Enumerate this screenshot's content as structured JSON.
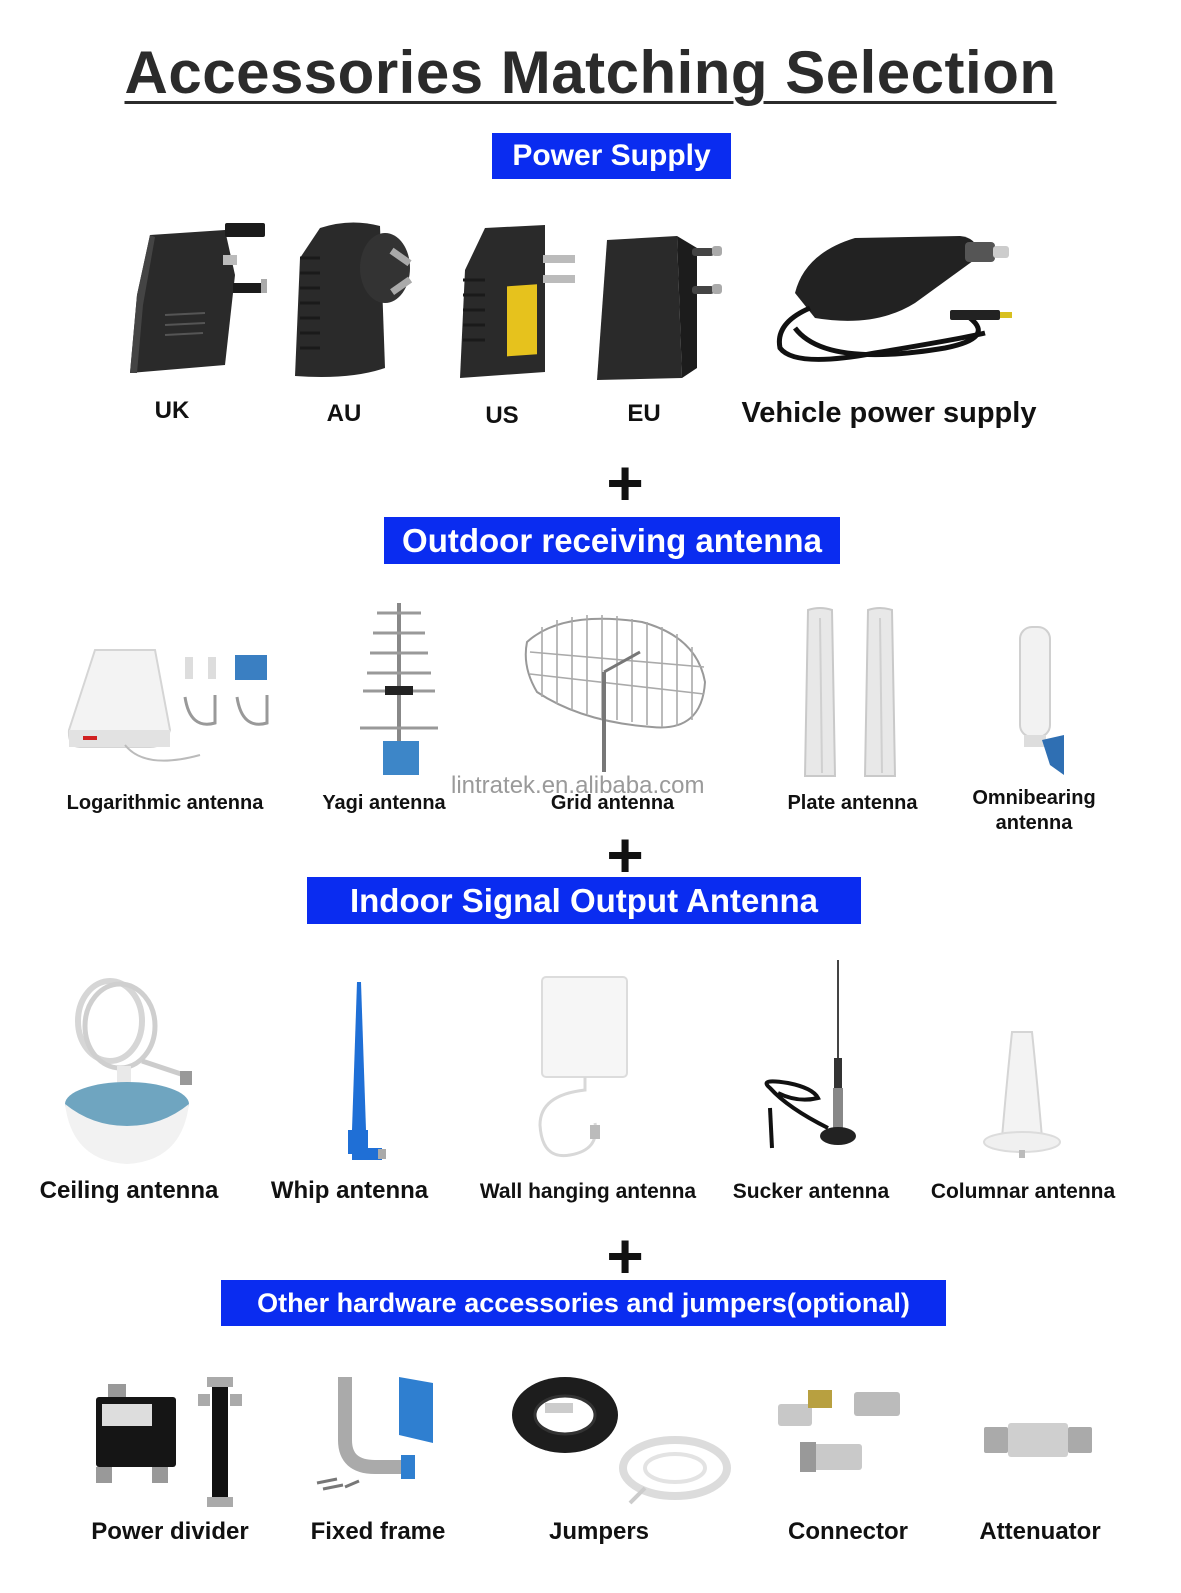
{
  "title": "Accessories Matching Selection",
  "colors": {
    "banner": "#0a2cf0",
    "banner_text": "#ffffff"
  },
  "watermark": "lintratek.en.alibaba.com",
  "sections": {
    "power": {
      "heading": "Power Supply",
      "items": [
        {
          "label": "UK",
          "icon": "uk-plug-adapter-icon"
        },
        {
          "label": "AU",
          "icon": "au-plug-adapter-icon"
        },
        {
          "label": "US",
          "icon": "us-plug-adapter-icon"
        },
        {
          "label": "EU",
          "icon": "eu-plug-adapter-icon"
        },
        {
          "label": "Vehicle power supply",
          "icon": "car-charger-icon"
        }
      ]
    },
    "outdoor": {
      "heading": "Outdoor receiving antenna",
      "items": [
        {
          "label": "Logarithmic antenna",
          "icon": "log-periodic-antenna-icon"
        },
        {
          "label": "Yagi antenna",
          "icon": "yagi-antenna-icon"
        },
        {
          "label": "Grid antenna",
          "icon": "grid-antenna-icon"
        },
        {
          "label": "Plate antenna",
          "icon": "panel-antenna-icon"
        },
        {
          "label_line1": "Omnibearing",
          "label_line2": "antenna",
          "icon": "omni-antenna-icon"
        }
      ]
    },
    "indoor": {
      "heading": "Indoor Signal Output Antenna",
      "items": [
        {
          "label": "Ceiling antenna",
          "icon": "ceiling-antenna-icon"
        },
        {
          "label": "Whip antenna",
          "icon": "whip-antenna-icon"
        },
        {
          "label": "Wall hanging antenna",
          "icon": "wall-antenna-icon"
        },
        {
          "label": "Sucker antenna",
          "icon": "magnetic-antenna-icon"
        },
        {
          "label": "Columnar antenna",
          "icon": "columnar-antenna-icon"
        }
      ]
    },
    "hardware": {
      "heading": "Other hardware accessories and jumpers(optional)",
      "items": [
        {
          "label": "Power divider",
          "icon": "power-divider-icon"
        },
        {
          "label": "Fixed frame",
          "icon": "mounting-bracket-icon"
        },
        {
          "label": "Jumpers",
          "icon": "cable-coil-icon"
        },
        {
          "label": "Connector",
          "icon": "connector-icon"
        },
        {
          "label": "Attenuator",
          "icon": "attenuator-icon"
        }
      ]
    }
  },
  "plus_sign": "+"
}
